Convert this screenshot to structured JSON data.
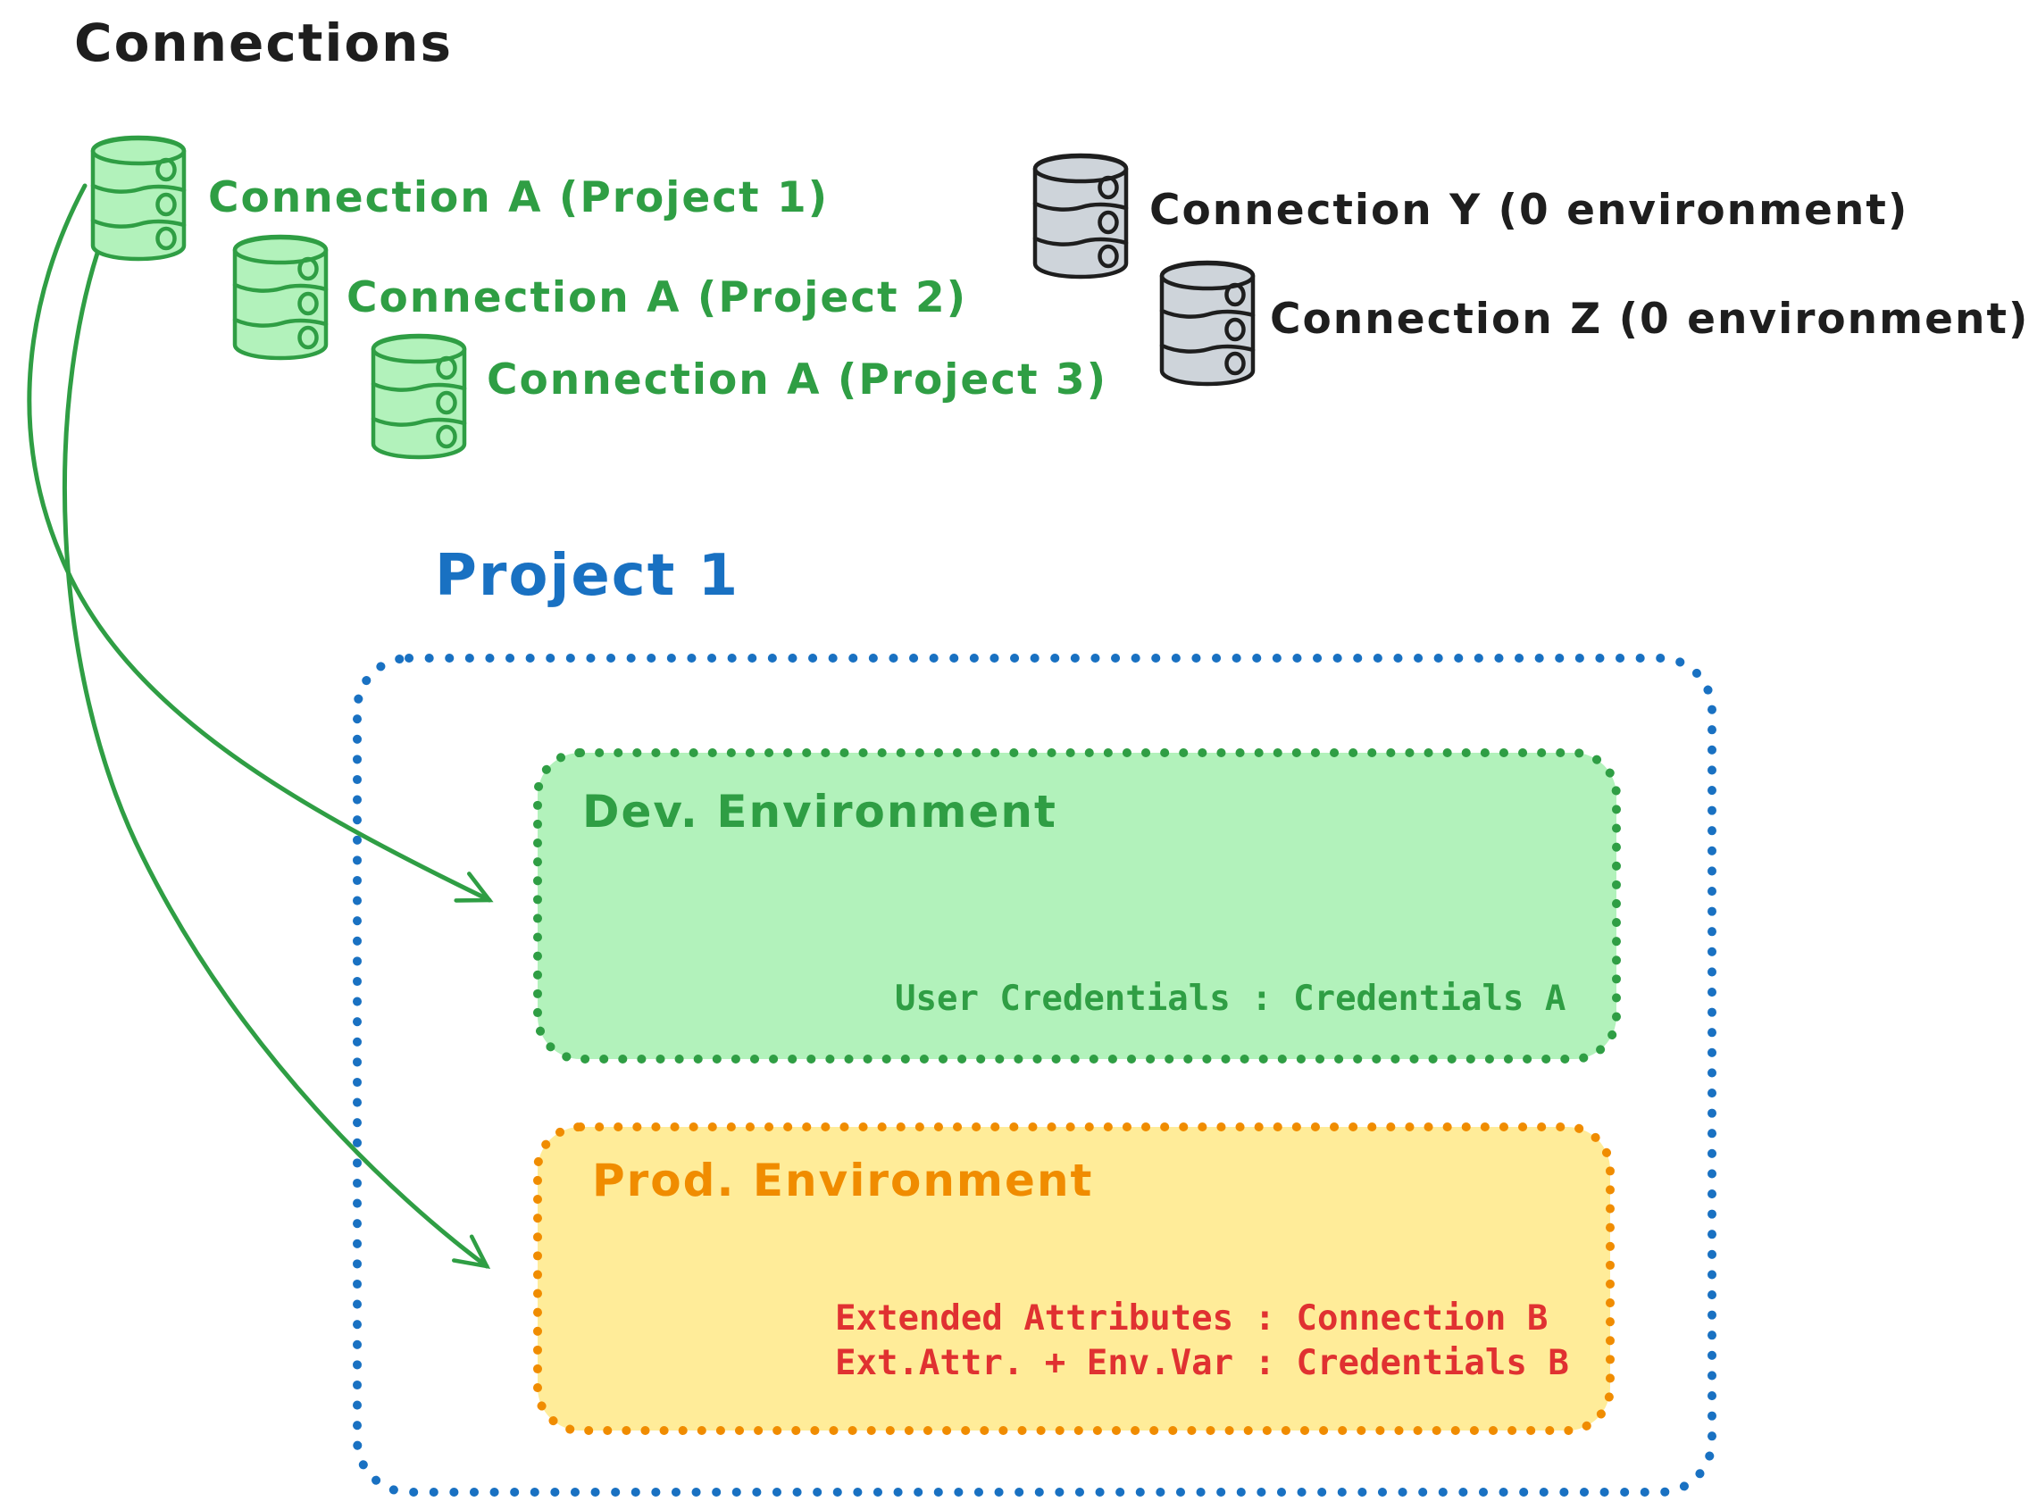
{
  "title": "Connections",
  "connections": {
    "project_connections": [
      {
        "label": "Connection A (Project 1)"
      },
      {
        "label": "Connection A (Project 2)"
      },
      {
        "label": "Connection A (Project 3)"
      }
    ],
    "unassigned_connections": [
      {
        "label": "Connection Y (0 environment)"
      },
      {
        "label": "Connection Z (0 environment)"
      }
    ]
  },
  "project": {
    "title": "Project 1",
    "environments": [
      {
        "name": "Dev. Environment",
        "details": [
          "User Credentials : Credentials A"
        ]
      },
      {
        "name": "Prod. Environment",
        "details": [
          "Extended Attributes : Connection B",
          "Ext.Attr. + Env.Var : Credentials B"
        ]
      }
    ]
  },
  "colors": {
    "black": "#1e1e1e",
    "green_stroke": "#2f9e44",
    "green_fill": "#b2f2bb",
    "gray_fill": "#ced4da",
    "blue": "#1971c2",
    "orange": "#f08c00",
    "yellow_fill": "#ffec99",
    "red": "#e03131"
  }
}
